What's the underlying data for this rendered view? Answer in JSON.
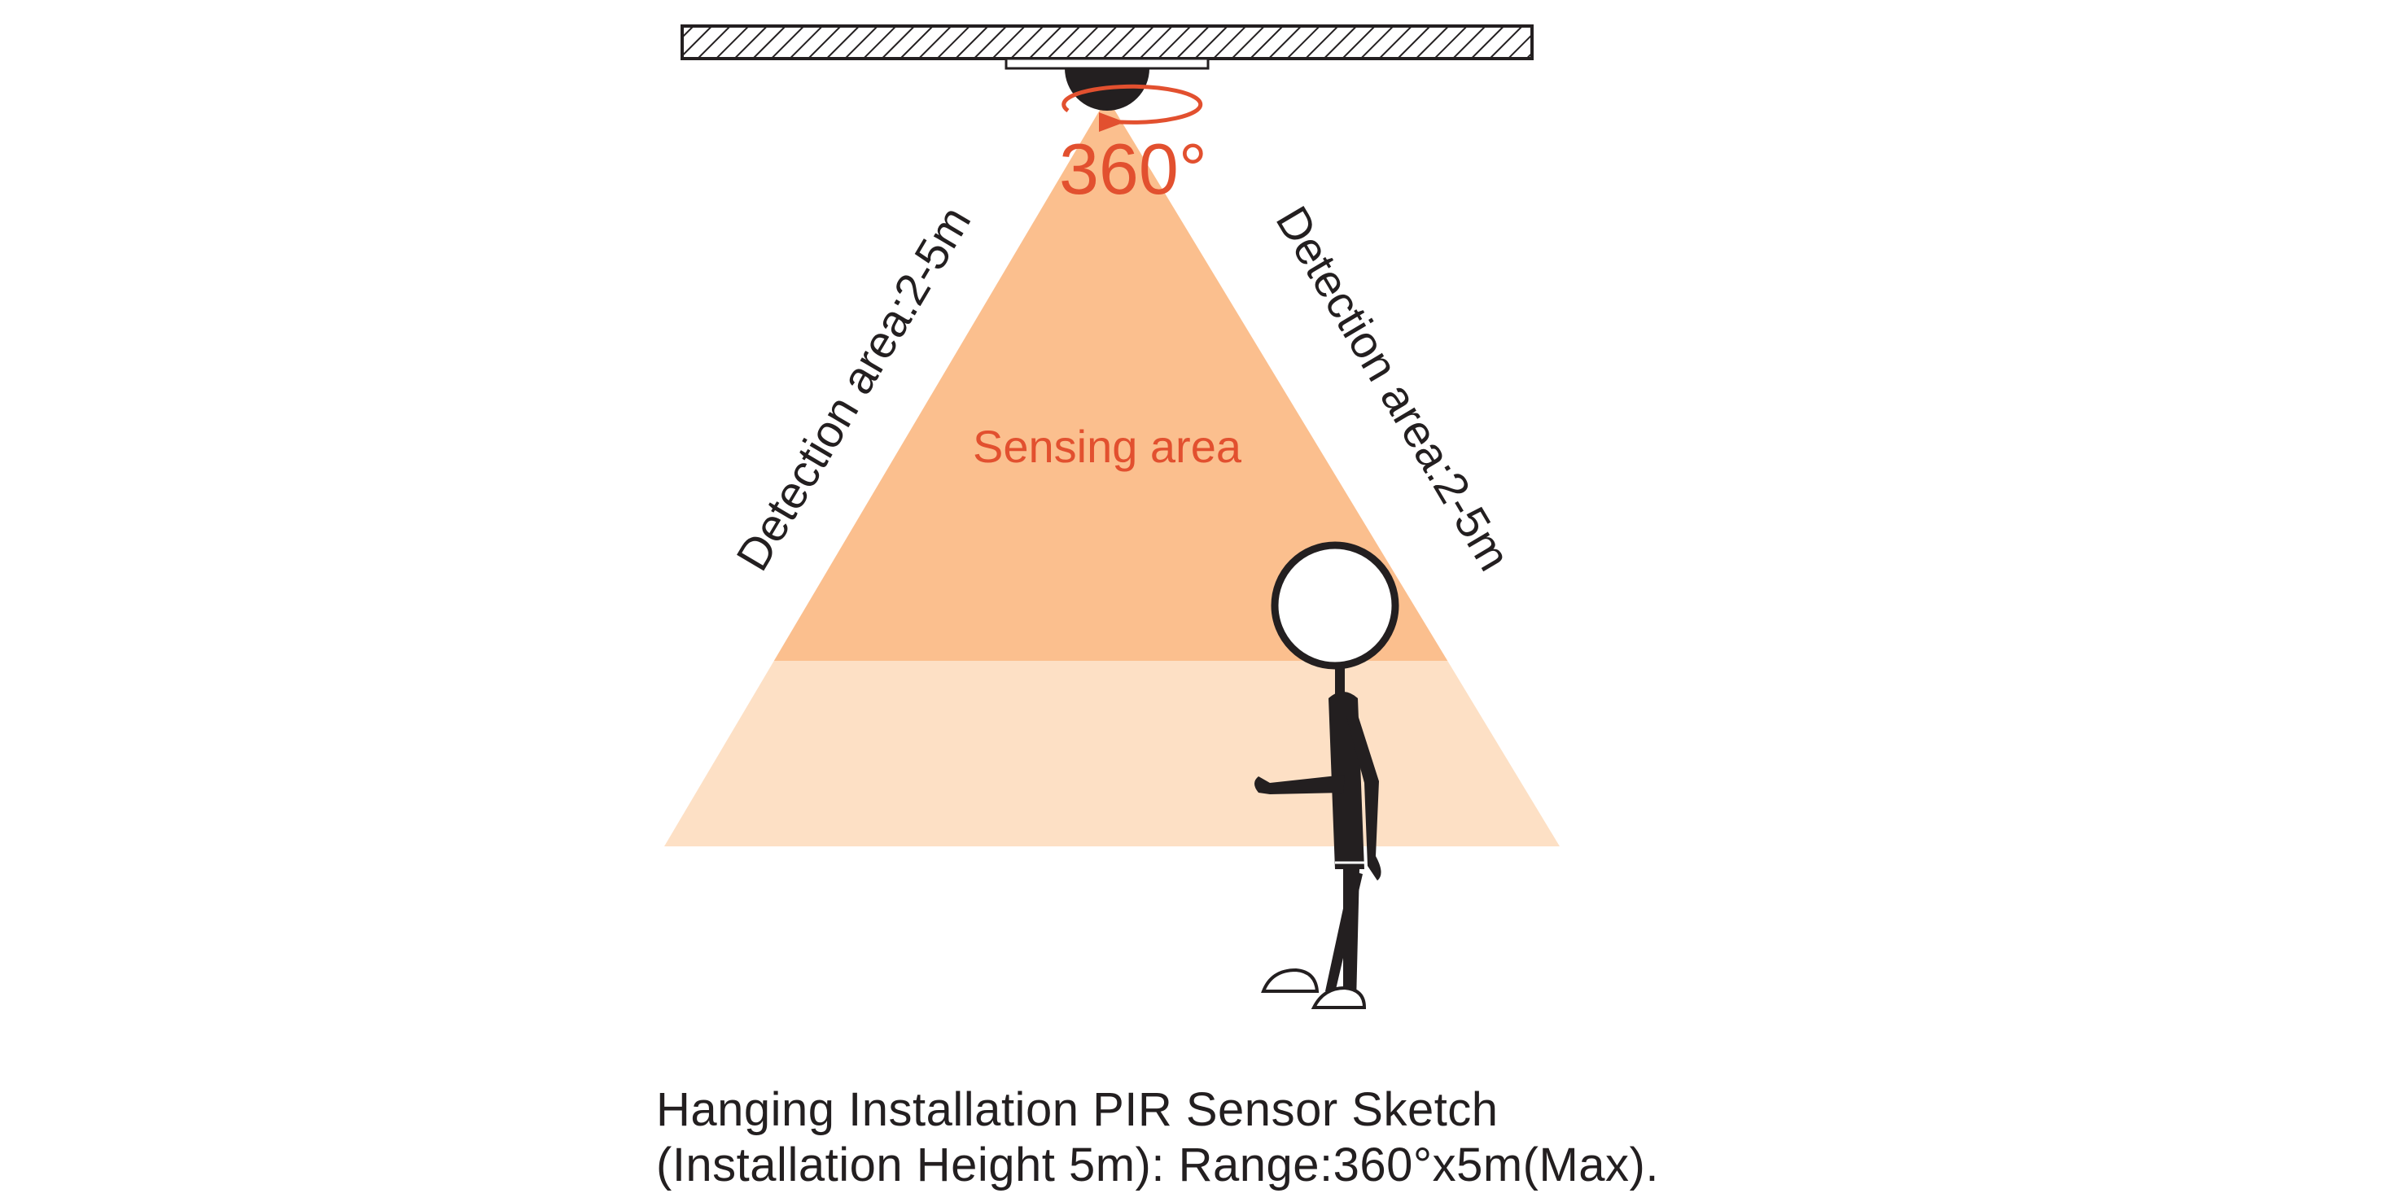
{
  "diagram": {
    "rotation_label": "360°",
    "sensing_label": "Sensing area",
    "detection_left": "Detection area:2-5m",
    "detection_right": "Detection area:2-5m",
    "caption_line1": "Hanging Installation PIR Sensor Sketch",
    "caption_line2": "(Installation Height 5m): Range:360°x5m(Max)."
  },
  "colors": {
    "accent": "#e2502f",
    "cone_strong": "#fbbf8e",
    "cone_light": "#fde0c5",
    "ink": "#231f20"
  }
}
